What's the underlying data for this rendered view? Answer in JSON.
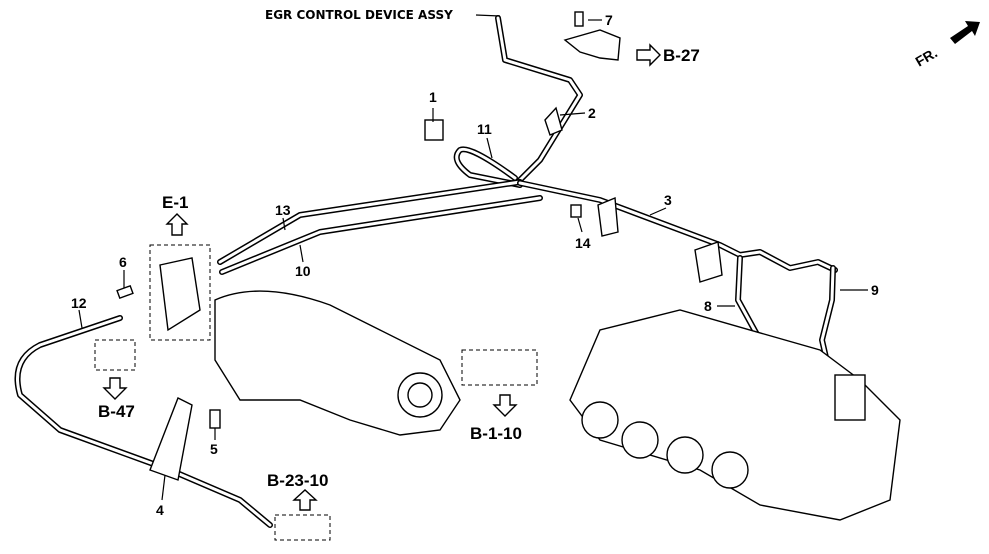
{
  "title": "EGR CONTROL DEVICE ASSY",
  "callouts": [
    "1",
    "2",
    "3",
    "4",
    "5",
    "6",
    "7",
    "8",
    "9",
    "10",
    "11",
    "12",
    "13",
    "14"
  ],
  "references": {
    "b27": "B-27",
    "e1": "E-1",
    "b47": "B-47",
    "b110": "B-1-10",
    "b2310": "B-23-10"
  },
  "direction": "FR."
}
